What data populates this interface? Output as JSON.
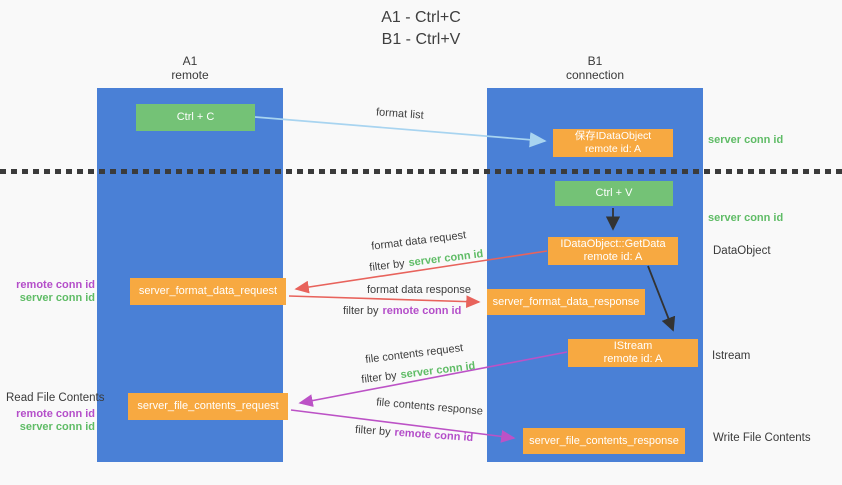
{
  "title": {
    "line1": "A1 - Ctrl+C",
    "line2": "B1 - Ctrl+V"
  },
  "lifelines": {
    "left": {
      "id": "A1",
      "role": "remote"
    },
    "right": {
      "id": "B1",
      "role": "connection"
    }
  },
  "nodes": {
    "ctrl_c": {
      "label": "Ctrl + C"
    },
    "ctrl_v": {
      "label": "Ctrl + V"
    },
    "save_idataobject": {
      "line1": "保存IDataObject",
      "line2": "remote id: A"
    },
    "getdata": {
      "line1": "IDataObject::GetData",
      "line2": "remote id: A"
    },
    "istream": {
      "line1": "IStream",
      "line2": "remote id: A"
    },
    "server_format_data_request": {
      "label": "server_format_data_request"
    },
    "server_format_data_response": {
      "label": "server_format_data_response"
    },
    "server_file_contents_request": {
      "label": "server_file_contents_request"
    },
    "server_file_contents_response": {
      "label": "server_file_contents_response"
    }
  },
  "arrow_labels": {
    "format_list": "format list",
    "format_data_request": "format data request",
    "format_data_response": "format data response",
    "file_contents_request": "file contents request",
    "file_contents_response": "file contents response",
    "filter_by": "filter by",
    "server_conn_id": "server conn id",
    "remote_conn_id": "remote conn id"
  },
  "side_labels": {
    "server_conn_id_top": "server conn id",
    "server_conn_id_mid": "server conn id",
    "dataobject": "DataObject",
    "istream": "Istream",
    "write_file_contents": "Write File Contents",
    "read_file_contents": "Read File Contents",
    "remote_conn_id": "remote conn id",
    "server_conn_id": "server conn id"
  },
  "colors": {
    "lifeline_blue": "#4a80d6",
    "node_green": "#74c276",
    "node_orange": "#f7a941",
    "arrow_light_blue": "#a8d4f0",
    "arrow_red": "#e8635c",
    "arrow_purple": "#bc52c6",
    "arrow_black": "#333333",
    "text_green": "#5fbc66",
    "text_purple": "#b44ec9",
    "text_dark": "#3e3e3e",
    "background": "#f9f9f9"
  }
}
